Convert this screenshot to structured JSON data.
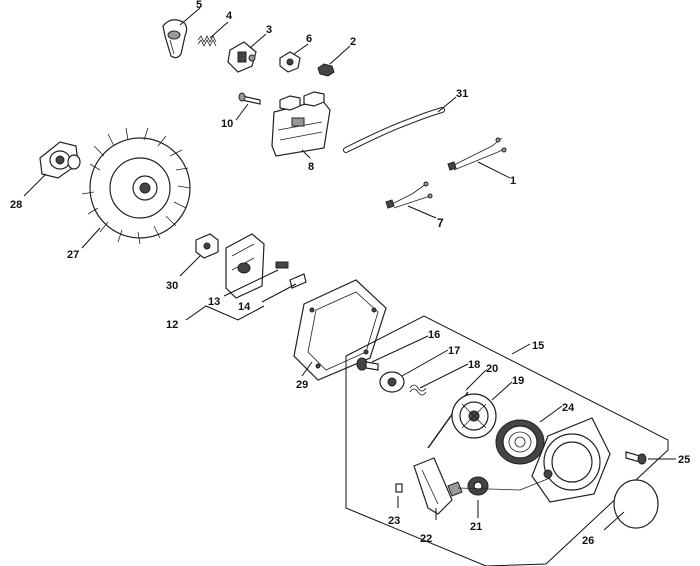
{
  "callouts": {
    "c1": "1",
    "c2": "2",
    "c3": "3",
    "c4": "4",
    "c5": "5",
    "c6": "6",
    "c7": "7",
    "c8": "8",
    "c10": "10",
    "c12": "12",
    "c13": "13",
    "c14": "14",
    "c15": "15",
    "c16": "16",
    "c17": "17",
    "c18": "18",
    "c19": "19",
    "c20": "20",
    "c21": "21",
    "c22": "22",
    "c23": "23",
    "c24": "24",
    "c25": "25",
    "c26": "26",
    "c27": "27",
    "c28": "28",
    "c29": "29",
    "c30": "30",
    "c31": "31"
  }
}
